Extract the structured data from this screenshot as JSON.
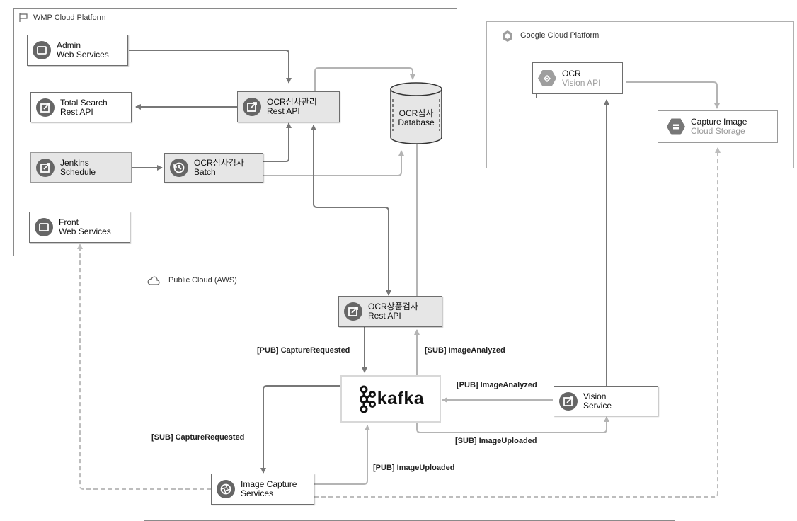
{
  "regions": {
    "wmp": "WMP Cloud Platform",
    "gcp": "Google Cloud Platform",
    "aws": "Public Cloud (AWS)"
  },
  "nodes": {
    "admin": "Admin\nWeb Services",
    "total_search": "Total Search\nRest API",
    "ocr_manage": "OCR심사관리\nRest API",
    "jenkins": "Jenkins\nSchedule",
    "ocr_batch": "OCR심사검사\nBatch",
    "front": "Front\nWeb Services",
    "ocr_database": "OCR심사\nDatabase",
    "ocr_vision_title": "OCR",
    "ocr_vision_sub": "Vision API",
    "capture_image_title": "Capture Image",
    "capture_image_sub": "Cloud Storage",
    "ocr_product": "OCR상품검사\nRest API",
    "kafka": "kafka",
    "vision_service": "Vision\nService",
    "image_capture": "Image Capture\nServices"
  },
  "edge_labels": {
    "pub_capture_requested": "[PUB] CaptureRequested",
    "sub_image_analyzed": "[SUB] ImageAnalyzed",
    "pub_image_analyzed": "[PUB] ImageAnalyzed",
    "sub_image_uploaded": "[SUB] ImageUploaded",
    "sub_capture_requested": "[SUB] CaptureRequested",
    "pub_image_uploaded": "[PUB] ImageUploaded"
  },
  "colors": {
    "edge_dark": "#777777",
    "edge_light": "#b4b4b4",
    "icon_fill": "#666666",
    "gcp_icon": "#9e9e9e"
  }
}
